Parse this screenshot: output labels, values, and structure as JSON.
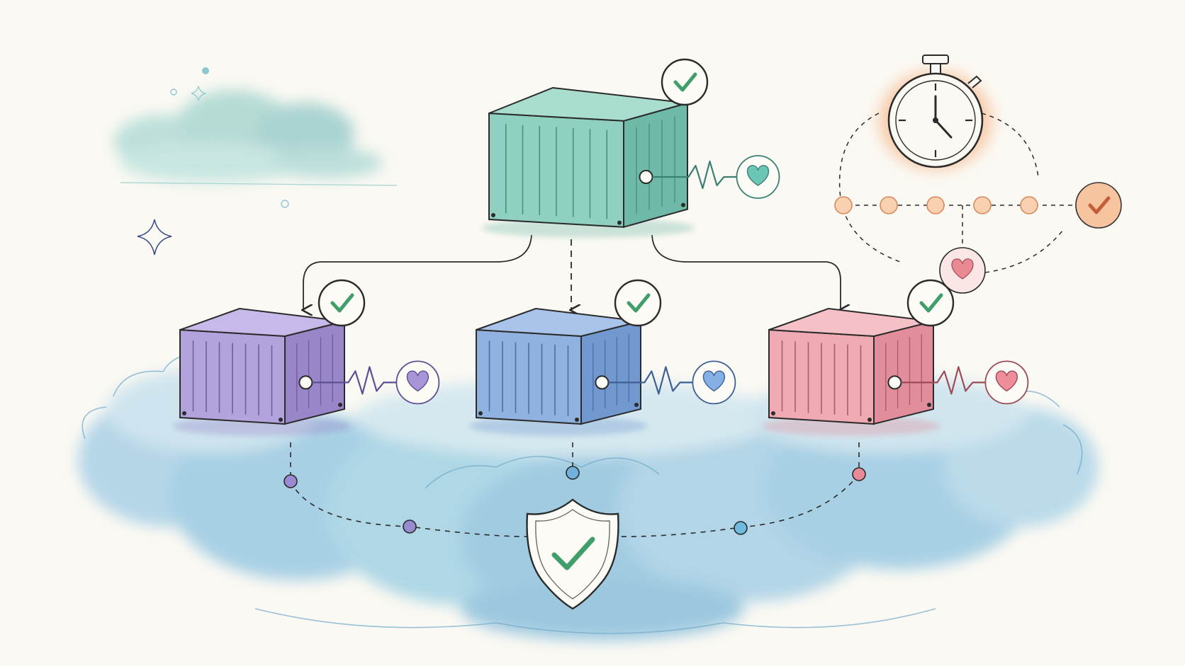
{
  "palette": {
    "ink": "#2b2b2b",
    "paper": "#fbf9f3",
    "check_green": "#3f9e6a",
    "cloud_blue": "#86bfd9",
    "cloud_teal": "#9fd1cc"
  },
  "containers": [
    {
      "id": "primary",
      "fill": "#8fd0c0",
      "side": "#6fb9a8",
      "top": "#a9ddd0",
      "stroke": "#3b7f73",
      "heart": "#6cc6b5",
      "icon": "shipping-container-icon"
    },
    {
      "id": "left",
      "fill": "#b3a3dc",
      "side": "#9886c9",
      "top": "#c7baea",
      "stroke": "#5e4e94",
      "heart": "#a894d6",
      "icon": "shipping-container-icon"
    },
    {
      "id": "center",
      "fill": "#8fb2e0",
      "side": "#7298d0",
      "top": "#a9c4ea",
      "stroke": "#3e5f95",
      "heart": "#86b0e4",
      "icon": "shipping-container-icon"
    },
    {
      "id": "right",
      "fill": "#f0aab4",
      "side": "#e28d9b",
      "top": "#f6c0c7",
      "stroke": "#9c4a58",
      "heart": "#ef8e9a",
      "icon": "shipping-container-icon"
    }
  ],
  "health_timer": {
    "accent": "#f2a66f",
    "heart": "#e98a93",
    "icon": "stopwatch-icon"
  },
  "network": {
    "node_colors": [
      "#9a8bd0",
      "#6fb0de",
      "#e88a98",
      "#9a8bd0",
      "#6fbbe0"
    ],
    "icon": "shield-check-icon"
  }
}
